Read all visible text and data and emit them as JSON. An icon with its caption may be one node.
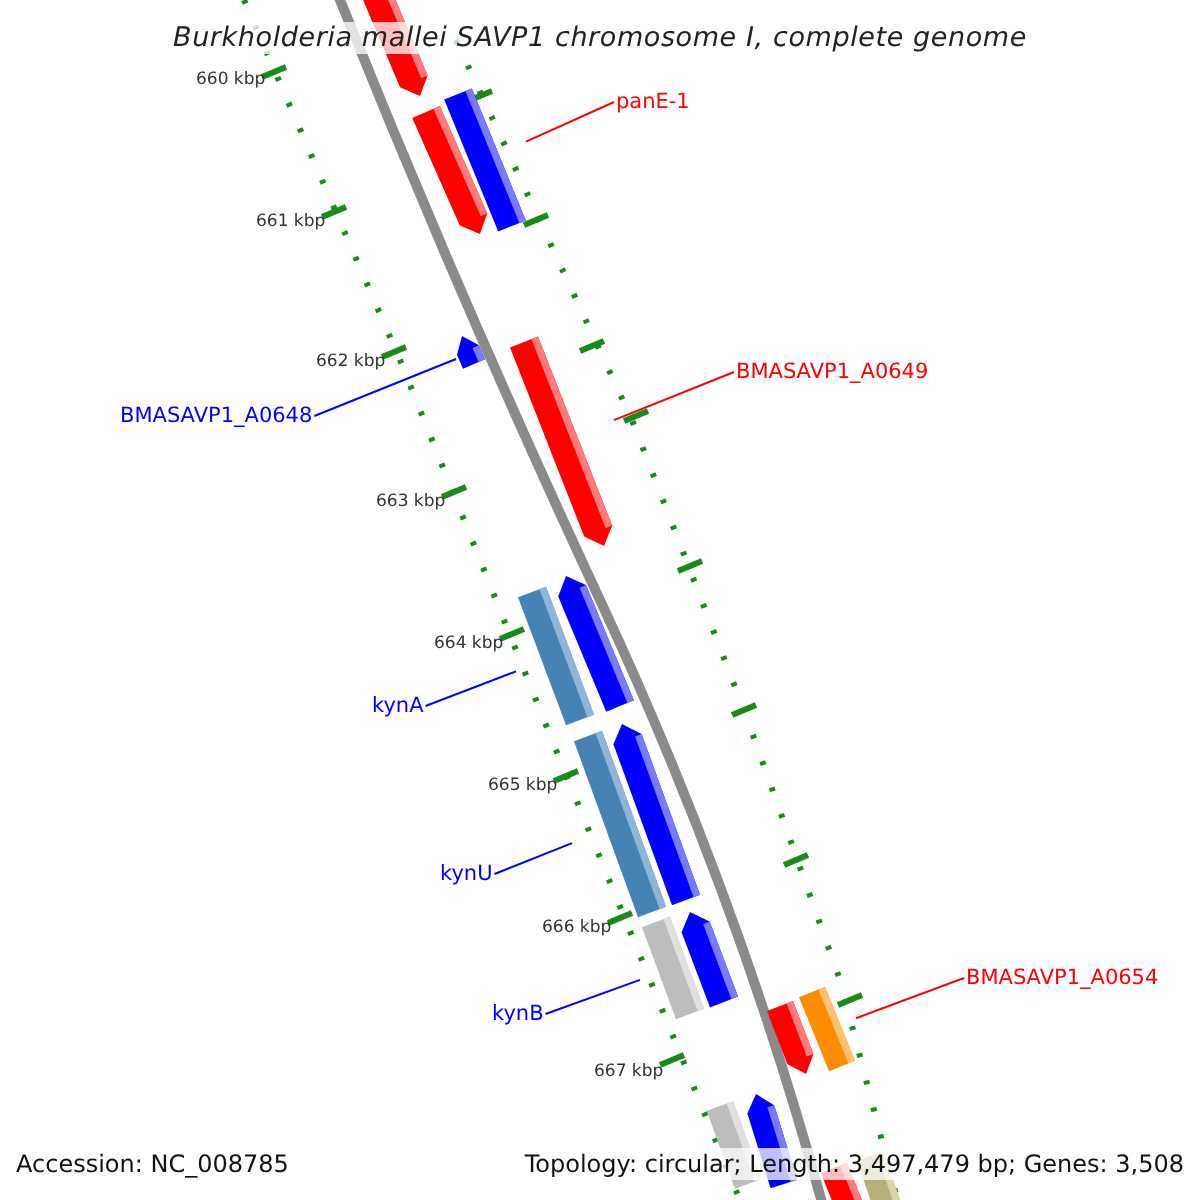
{
  "diagram": {
    "title": "Burkholderia mallei SAVP1 chromosome I, complete genome",
    "nodes": [
      {
        "text": [],
        "shape": "arrow"
      },
      {
        "text": [],
        "shape": "bar"
      },
      {
        "text": [
          "panE-1"
        ]
      },
      {
        "text": [],
        "shape": "arrow"
      },
      {
        "text": [],
        "shape": "arrow"
      },
      {
        "text": [],
        "shape": "arrow"
      },
      {
        "text": [
          "BMASAVP1_A0649"
        ]
      },
      {
        "text": [
          "BMASAVP1_A0648"
        ]
      },
      {
        "text": [],
        "shape": "arrow"
      },
      {
        "text": [],
        "shape": "bar"
      },
      {
        "text": [
          "kynA"
        ]
      },
      {
        "text": [],
        "shape": "arrow"
      },
      {
        "text": [],
        "shape": "bar"
      },
      {
        "text": [
          "kynU"
        ]
      },
      {
        "text": [],
        "shape": "arrow"
      },
      {
        "text": [],
        "shape": "bar"
      },
      {
        "text": [],
        "shape": "bar"
      },
      {
        "text": [
          "BMASAVP1_A0654"
        ]
      },
      {
        "text": [],
        "shape": "arrow"
      },
      {
        "text": [
          "kynB"
        ]
      },
      {
        "text": [],
        "shape": "arrow"
      },
      {
        "text": [],
        "shape": "bar"
      },
      {
        "text": [],
        "shape": "bar"
      },
      {
        "text": [],
        "shape": "bar"
      }
    ],
    "edges": [
      {
        "from": 2,
        "to": 1,
        "arrow": "none",
        "color": "#ff0000"
      },
      {
        "from": 6,
        "to": 5,
        "arrow": "none",
        "color": "#ff0000"
      },
      {
        "from": 7,
        "to": 4,
        "arrow": "none"
      },
      {
        "from": 10,
        "to": 9,
        "arrow": "none"
      },
      {
        "from": 13,
        "to": 12,
        "arrow": "none"
      },
      {
        "from": 17,
        "to": 16,
        "arrow": "none",
        "color": "#ff0000"
      },
      {
        "from": 19,
        "to": 15,
        "arrow": "none"
      }
    ],
    "labels": [
      "660 kbp",
      "661 kbp",
      "662 kbp",
      "663 kbp",
      "664 kbp",
      "665 kbp",
      "666 kbp",
      "667 kbp",
      "Accession: NC_008785",
      "Topology: circular; Length: 3,497,479 bp; Genes: 3,508"
    ]
  }
}
